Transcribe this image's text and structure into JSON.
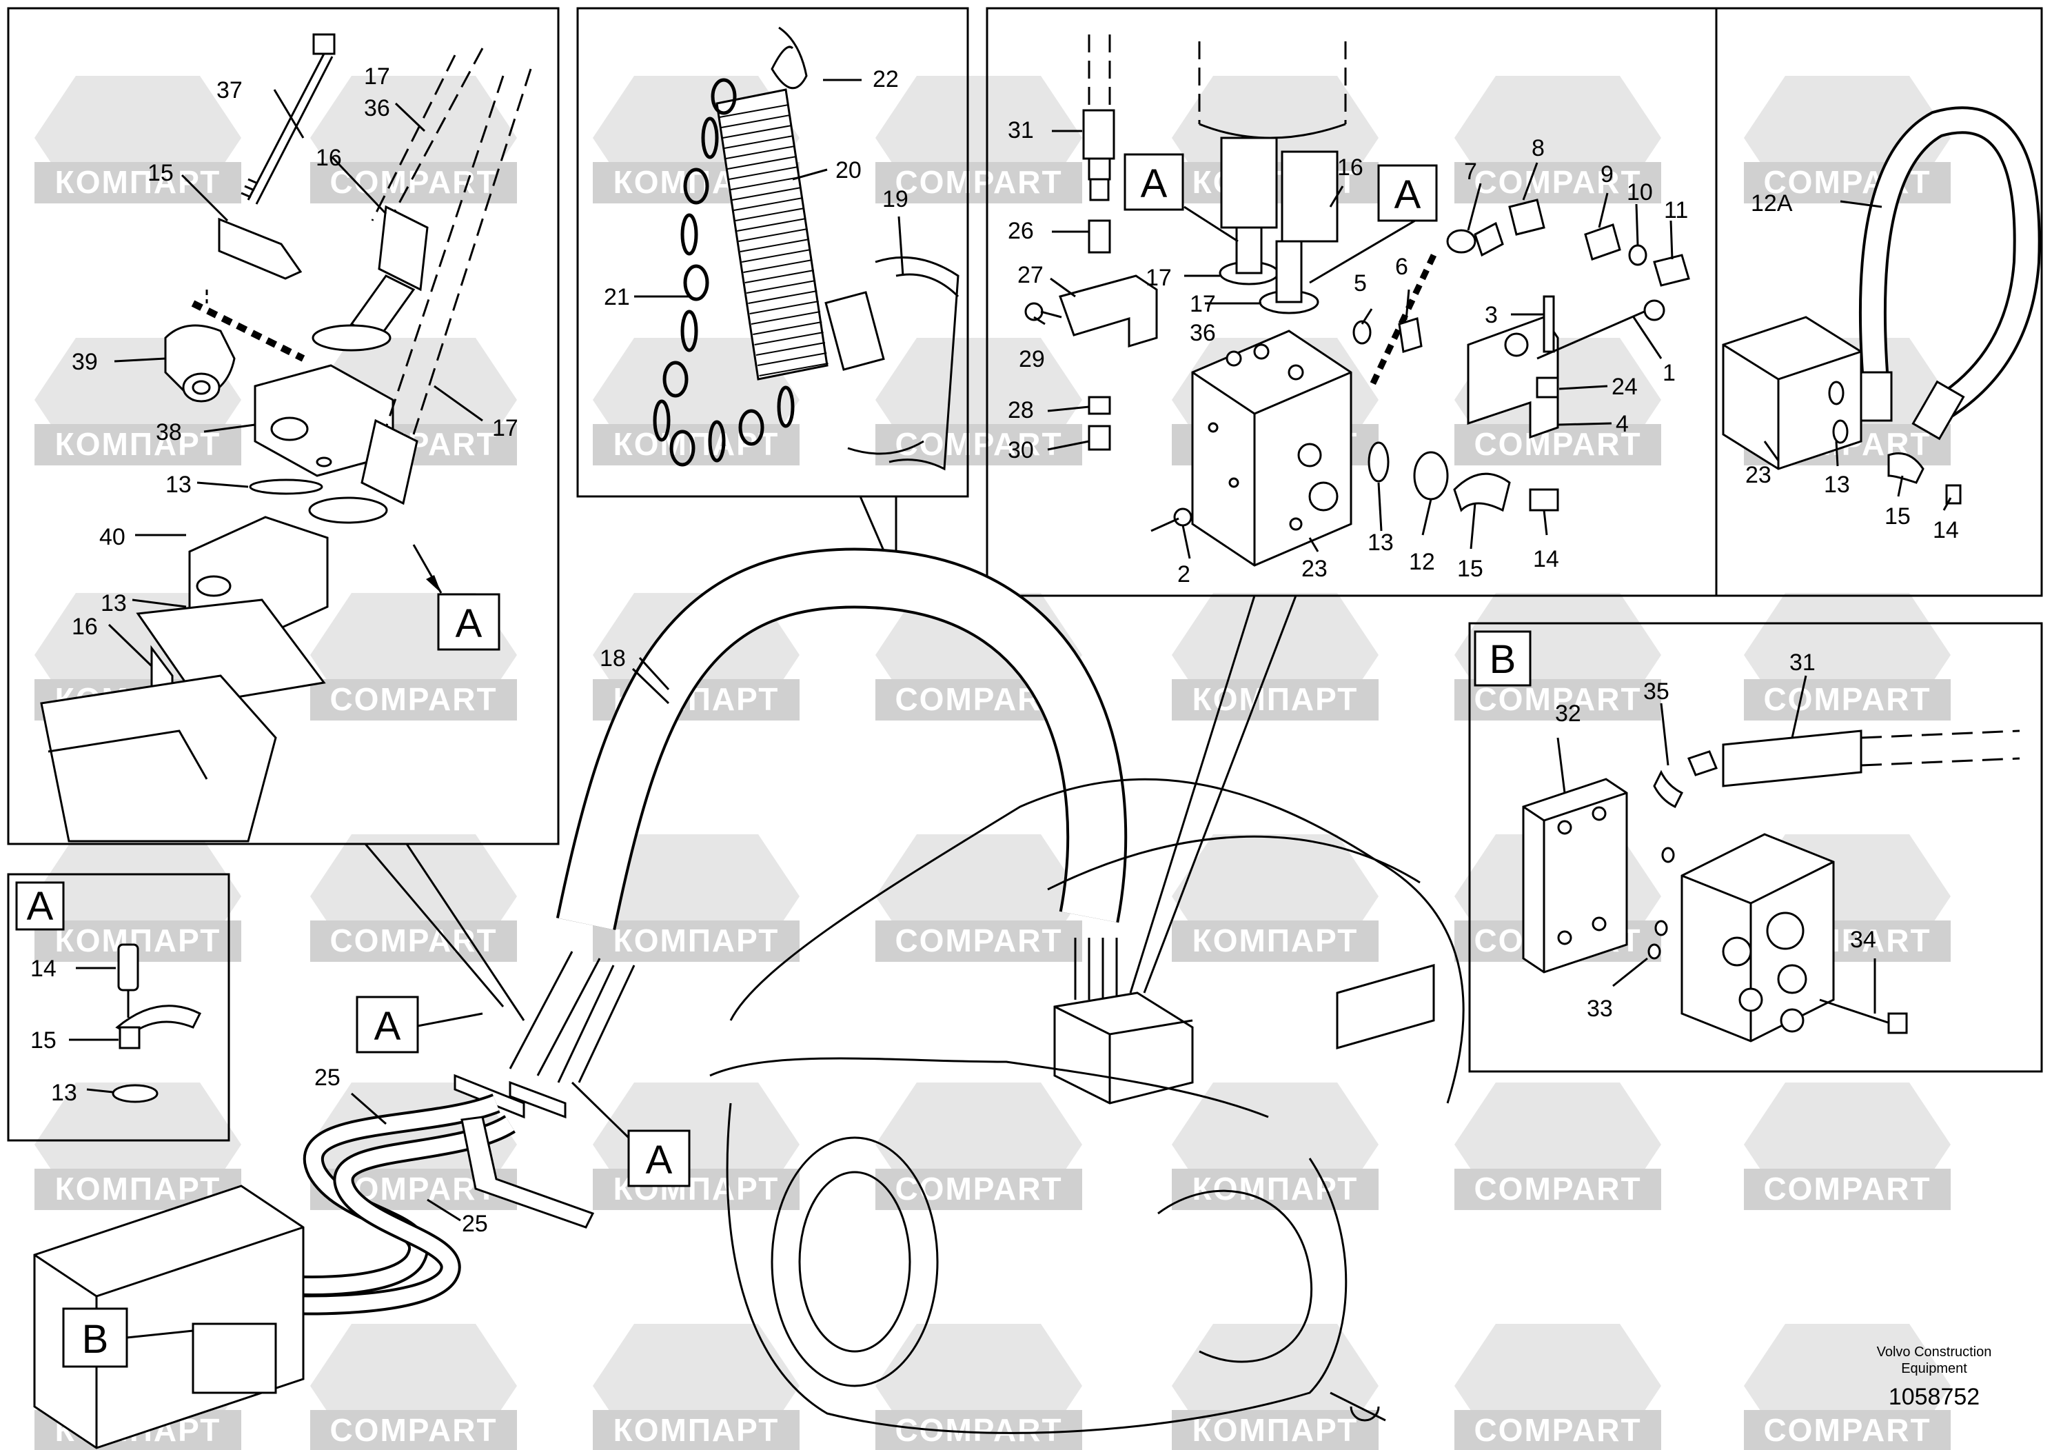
{
  "watermark": {
    "brand_cyrillic": "КОМПАРТ",
    "brand_latin": "COMPART"
  },
  "callouts": {
    "c37": "37",
    "c17a": "17",
    "c36a": "36",
    "c15a": "15",
    "c16a": "16",
    "c39": "39",
    "c38": "38",
    "c13a": "13",
    "c17b": "17",
    "c40": "40",
    "c13b": "13",
    "c16b": "16",
    "c22": "22",
    "c20": "20",
    "c19": "19",
    "c21": "21",
    "c31a": "31",
    "c16c": "16",
    "c7": "7",
    "c8": "8",
    "c9": "9",
    "c10": "10",
    "c11": "11",
    "c26": "26",
    "c27": "27",
    "c17c": "17",
    "c17d": "17",
    "c36b": "36",
    "c5": "5",
    "c6": "6",
    "c3": "3",
    "c1": "1",
    "c29": "29",
    "c24": "24",
    "c28": "28",
    "c4": "4",
    "c30": "30",
    "c2": "2",
    "c23a": "23",
    "c13c": "13",
    "c12": "12",
    "c15b": "15",
    "c14a": "14",
    "c12A": "12A",
    "c23b": "23",
    "c13d": "13",
    "c15c": "15",
    "c14b": "14",
    "c32": "32",
    "c35": "35",
    "c31b": "31",
    "c34": "34",
    "c33": "33",
    "c18": "18",
    "c25a": "25",
    "c25b": "25",
    "c14c": "14",
    "c15d": "15",
    "c13e": "13"
  },
  "detail_labels": {
    "a1": "A",
    "a2": "A",
    "a3": "A",
    "a4": "A",
    "a5": "A",
    "a6": "A",
    "b1": "B",
    "b2": "B"
  },
  "footer": {
    "company_line1": "Volvo Construction",
    "company_line2": "Equipment",
    "drawing_number": "1058752"
  }
}
